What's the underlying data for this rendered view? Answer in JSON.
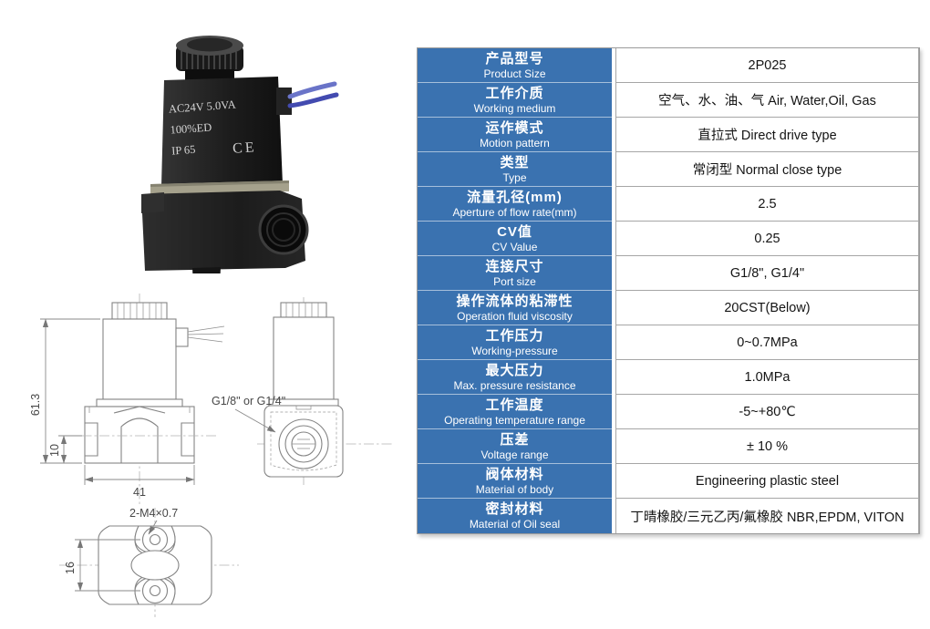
{
  "product": {
    "model": "2P025"
  },
  "photo": {
    "coil_text_line1": "AC24V  5.0VA",
    "coil_text_line2": "100%ED",
    "coil_text_line3": "IP 65",
    "ce_mark": "CE"
  },
  "drawings": {
    "front_view": {
      "dim_height": "61.3",
      "dim_bottom": "10",
      "dim_width": "41"
    },
    "side_view": {
      "port_label": "G1/8\" or G1/4\""
    },
    "bottom_view": {
      "thread_label": "2-M4×0.7",
      "dim_hole_spacing": "16"
    }
  },
  "table": {
    "colors": {
      "header_bg": "#3a72b0",
      "header_text": "#ffffff",
      "border": "#9b9b9b"
    },
    "rows": [
      {
        "zh": "产品型号",
        "en": "Product Size",
        "value": "2P025"
      },
      {
        "zh": "工作介质",
        "en": "Working medium",
        "value": "空气、水、油、气 Air, Water,Oil, Gas"
      },
      {
        "zh": "运作模式",
        "en": "Motion pattern",
        "value": "直拉式 Direct drive type"
      },
      {
        "zh": "类型",
        "en": "Type",
        "value": "常闭型  Normal close type"
      },
      {
        "zh": "流量孔径(mm)",
        "en": "Aperture of flow rate(mm)",
        "value": "2.5"
      },
      {
        "zh": "CV值",
        "en": "CV Value",
        "value": "0.25"
      },
      {
        "zh": "连接尺寸",
        "en": "Port size",
        "value": "G1/8\", G1/4\""
      },
      {
        "zh": "操作流体的粘滞性",
        "en": "Operation fluid viscosity",
        "value": "20CST(Below)"
      },
      {
        "zh": "工作压力",
        "en": "Working-pressure",
        "value": "0~0.7MPa"
      },
      {
        "zh": "最大压力",
        "en": "Max. pressure resistance",
        "value": "1.0MPa"
      },
      {
        "zh": "工作温度",
        "en": "Operating temperature range",
        "value": "-5~+80℃"
      },
      {
        "zh": "压差",
        "en": "Voltage range",
        "value": "± 10 %"
      },
      {
        "zh": "阀体材料",
        "en": "Material of body",
        "value": "Engineering plastic steel"
      },
      {
        "zh": "密封材料",
        "en": "Material of Oil seal",
        "value": "丁晴橡胶/三元乙丙/氟橡胶  NBR,EPDM, VITON"
      }
    ]
  }
}
